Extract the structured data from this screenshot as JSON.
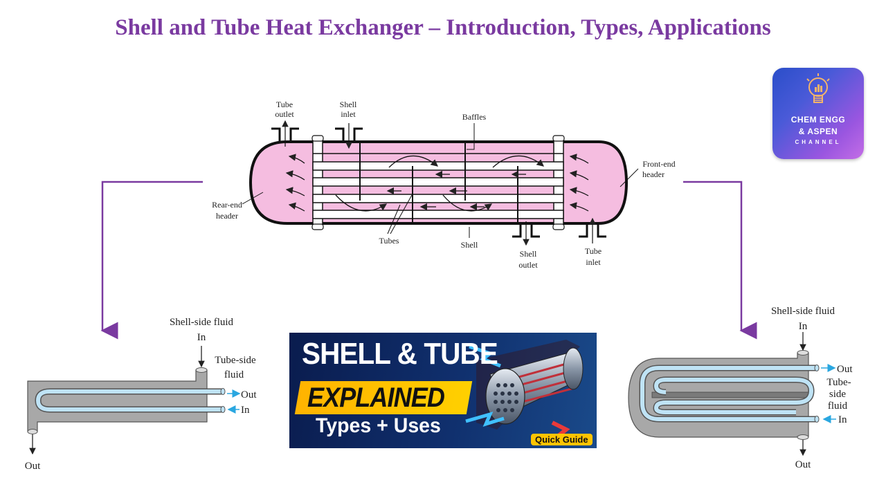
{
  "title": "Shell and Tube Heat Exchanger – Introduction, Types, Applications",
  "logo": {
    "line1": "CHEM ENGG",
    "line2": "& ASPEN",
    "line3": "CHANNEL",
    "icon": "lightbulb-icon"
  },
  "main_diagram": {
    "tube_outlet": [
      "Tube",
      "outlet"
    ],
    "shell_inlet": [
      "Shell",
      "inlet"
    ],
    "baffles": "Baffles",
    "front_end_header": [
      "Front-end",
      "header"
    ],
    "rear_end_header": [
      "Rear-end",
      "header"
    ],
    "tubes": "Tubes",
    "shell": "Shell",
    "shell_outlet": [
      "Shell",
      "outlet"
    ],
    "tube_inlet": [
      "Tube",
      "inlet"
    ]
  },
  "left_diagram": {
    "shell_side_fluid": "Shell-side fluid",
    "in_top": "In",
    "tube_side_fluid": [
      "Tube-side",
      "fluid"
    ],
    "out_right": "Out",
    "in_right": "In",
    "out_bottom": "Out"
  },
  "right_diagram": {
    "shell_side_fluid": "Shell-side fluid",
    "in_top": "In",
    "out_right": "Out",
    "tube_side_fluid": [
      "Tube-",
      "side",
      "fluid"
    ],
    "in_right": "In",
    "out_bottom": "Out"
  },
  "thumbnail": {
    "line1": "SHELL & TUBE",
    "line2": "EXPLAINED",
    "line3": "Types + Uses",
    "badge": "Quick Guide"
  },
  "colors": {
    "title": "#7a3aa0",
    "connector": "#7a3aa0",
    "shell_fill": "#f5bde0",
    "tube_fill": "#ffffff",
    "fluid_blue": "#bfe3f5",
    "arrow_cyan": "#2aa7e0",
    "exchanger_gray": "#a8a8a8"
  }
}
